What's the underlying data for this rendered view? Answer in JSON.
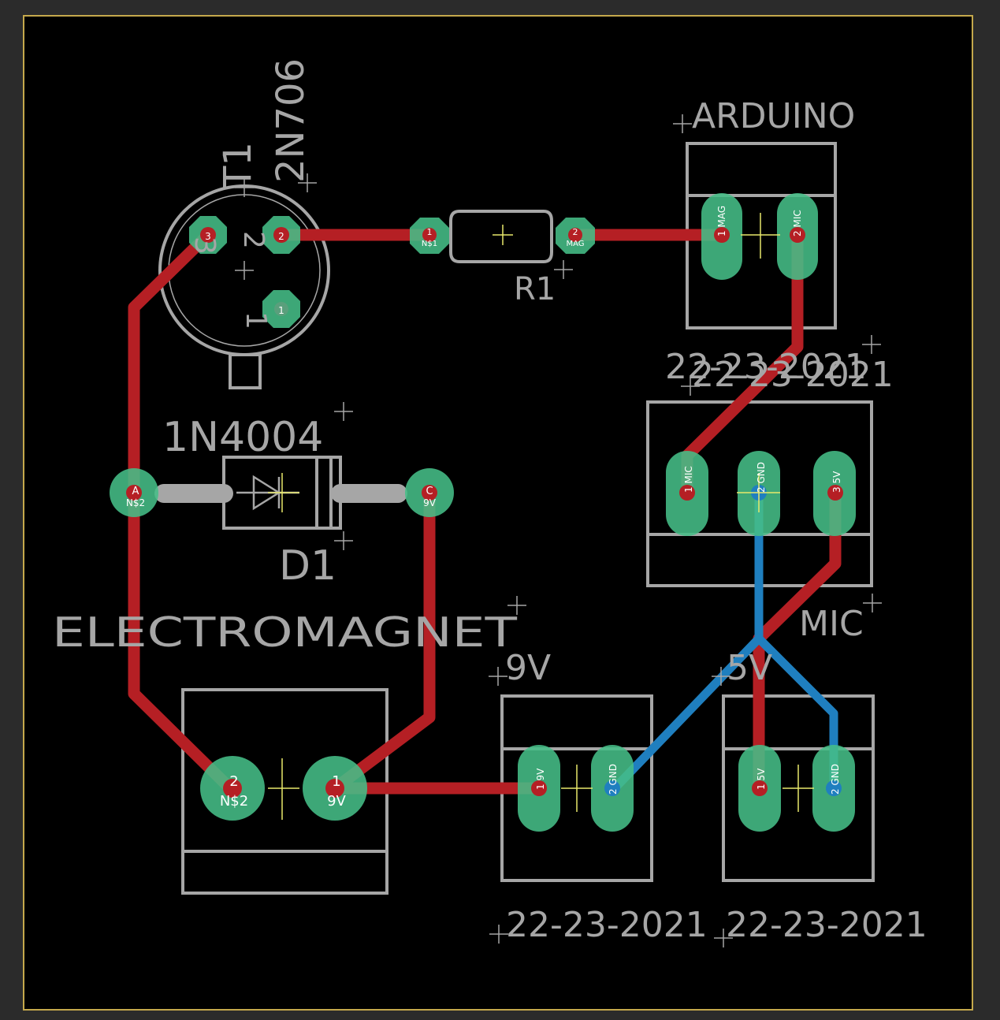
{
  "colors": {
    "background": "#000000",
    "frame": "#c4a84c",
    "silkscreen": "#a6a6a6",
    "top_trace": "#b51f24",
    "bottom_trace": "#1f7fbf",
    "pad": "#46be87",
    "origin_mark": "#e8e86a"
  },
  "labels": {
    "t1_name": "T1",
    "t1_value": "2N706",
    "r1_name": "R1",
    "d1_value": "1N4004",
    "d1_name": "D1",
    "arduino_name": "ARDUINO",
    "arduino_value": "22-23-2021",
    "mic_value": "22-23-2021",
    "mic_name": "MIC",
    "electromagnet_name": "ELECTROMAGNET",
    "v9_name": "9V",
    "v9_value": "22-23-2021",
    "v5_name": "5V",
    "v5_value": "22-23-2021"
  },
  "pins": {
    "t1_pin1": "1",
    "t1_pin2": "2",
    "t1_pin3": "3",
    "t1_pad3": "3",
    "t1_pad2": "2",
    "t1_pad1": "1",
    "r1_pad1": "1",
    "r1_pad1_net": "N$1",
    "r1_pad2": "2",
    "r1_pad2_net": "MAG",
    "ard_pad1": "1",
    "ard_pad1_net": "MAG",
    "ard_pad2": "2",
    "ard_pad2_net": "MIC",
    "d1_pad_a": "A",
    "d1_pad_a_net": "N$2",
    "d1_pad_c": "C",
    "d1_pad_c_net": "9V",
    "mic_pad1": "1",
    "mic_pad1_net": "MIC",
    "mic_pad2": "2",
    "mic_pad2_net": "GND",
    "mic_pad3": "3",
    "mic_pad3_net": "5V",
    "em_pad2": "2",
    "em_pad2_net": "N$2",
    "em_pad1": "1",
    "em_pad1_net": "9V",
    "v9_pad1": "1",
    "v9_pad1_net": "9V",
    "v9_pad2": "2",
    "v9_pad2_net": "GND",
    "v5_pad1": "1",
    "v5_pad1_net": "5V",
    "v5_pad2": "2",
    "v5_pad2_net": "GND"
  }
}
